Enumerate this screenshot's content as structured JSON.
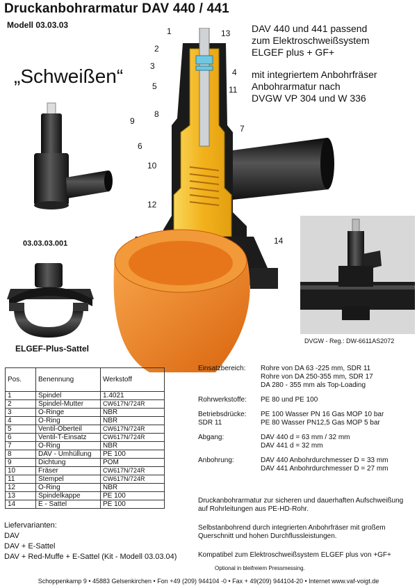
{
  "header": {
    "title": "Druckanbohrarmatur DAV 440 / 441",
    "model": "Modell 03.03.03",
    "welding": "„Schweißen“"
  },
  "description": [
    "DAV 440 und 441 passend",
    "zum Elektroschweißsystem",
    "ELGEF plus + GF+",
    "",
    "mit integriertem Anbohrfräser",
    "Anbohrarmatur nach",
    "DVGW VP 304 und W 336"
  ],
  "captions": {
    "product_code": "03.03.03.001",
    "saddle": "ELGEF-Plus-Sattel",
    "registration": "DVGW - Reg.: DW-6611AS2072"
  },
  "callouts": [
    "1",
    "2",
    "3",
    "4",
    "5",
    "6",
    "7",
    "8",
    "9",
    "10",
    "11",
    "12",
    "13",
    "14"
  ],
  "parts_table": {
    "headers": [
      "Pos.",
      "Benennung",
      "Werkstoff"
    ],
    "rows": [
      [
        "1",
        "Spindel",
        "1.4021"
      ],
      [
        "2",
        "Spindel-Mutter",
        "CW617N/724R"
      ],
      [
        "3",
        "O-Ringe",
        "NBR"
      ],
      [
        "4",
        "O-Ring",
        "NBR"
      ],
      [
        "5",
        "Ventil-Oberteil",
        "CW617N/724R"
      ],
      [
        "6",
        "Ventil-T-Einsatz",
        "CW617N/724R"
      ],
      [
        "7",
        "O-Ring",
        "NBR"
      ],
      [
        "8",
        "DAV - Umhüllung",
        "PE 100"
      ],
      [
        "9",
        "Dichtung",
        "POM"
      ],
      [
        "10",
        "Fräser",
        "CW617N/724R"
      ],
      [
        "11",
        "Stempel",
        "CW617N/724R"
      ],
      [
        "12",
        "O-Ring",
        "NBR"
      ],
      [
        "13",
        "Spindelkappe",
        "PE 100"
      ],
      [
        "14",
        "E - Sattel",
        "PE 100"
      ]
    ]
  },
  "variants": {
    "heading": "Liefervarianten:",
    "items": [
      "DAV",
      "DAV + E-Sattel",
      "DAV + Red-Muffe + E-Sattel (Kit - Modell 03.03.04)"
    ]
  },
  "specs": [
    {
      "label": "Einsatzbereich:",
      "values": [
        "Rohre von DA  63 -225 mm, SDR 11",
        "Rohre von DA 250-355 mm, SDR 17",
        "DA 280 - 355 mm als Top-Loading"
      ]
    },
    {
      "label": "Rohrwerkstoffe:",
      "values": [
        "PE 80 und PE 100"
      ]
    },
    {
      "label": "Betriebsdrücke:",
      "label2": "SDR 11",
      "values": [
        "PE 100 Wasser PN 16   Gas MOP 10 bar",
        "PE  80  Wasser PN12,5 Gas MOP  5 bar"
      ]
    },
    {
      "label": "Abgang:",
      "values": [
        "DAV 440   d = 63 mm / 32 mm",
        "DAV 441   d = 32 mm"
      ]
    },
    {
      "label": "Anbohrung:",
      "values": [
        "DAV 440  Anbohrdurchmesser D = 33 mm",
        "DAV 441  Anbohrdurchmesser D = 27 mm"
      ]
    }
  ],
  "paragraphs": [
    "Druckanbohrarmatur zur sicheren und dauerhaften Aufschweißung auf Rohrleitungen aus PE-HD-Rohr.",
    "Selbstanbohrend durch integrierten Anbohrfräser mit großem Querschnitt und hohen Durchflussleistungen.",
    "Kompatibel zum Elektroschweißsystem ELGEF plus von +GF+"
  ],
  "note": "Optional in bleifreiem Pressmessing.",
  "footer": "Schoppenkamp 9 • 45883 Gelsenkirchen • Fon  +49 (209) 944104 -0 • Fax + 49(209) 944104-20 • Internet www.vaf-voigt.de",
  "colors": {
    "pipe_orange": "#f08a24",
    "brass_yellow": "#f5c02a",
    "pe_black": "#1c1c1c"
  }
}
